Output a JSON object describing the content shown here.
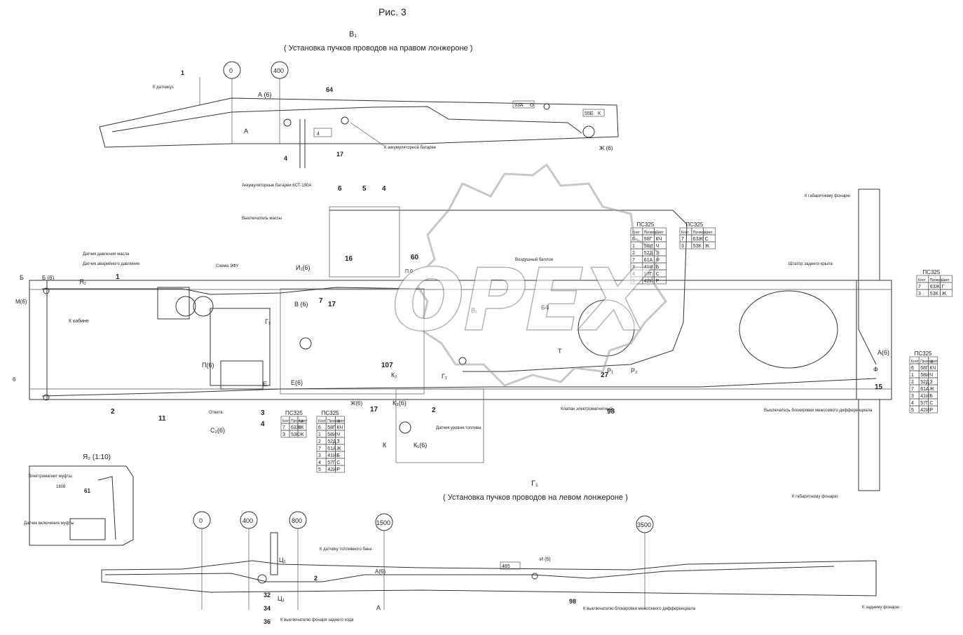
{
  "title": "Рис. 3",
  "views": {
    "top": {
      "letter": "В₁",
      "caption": "( Установка пучков проводов на правом лонжероне )"
    },
    "bottom": {
      "letter": "Г₁",
      "caption": "( Установка пучков проводов на левом лонжероне )"
    },
    "inset": {
      "label": "Я₂ (1:10)"
    }
  },
  "dimension_circles": {
    "top": [
      "0",
      "400"
    ],
    "bottom": [
      "0",
      "400",
      "800",
      "1500",
      "3500"
    ]
  },
  "top_labels": {
    "l1": "1",
    "l64": "64",
    "l4": "4",
    "l17": "17",
    "a6": "А (6)",
    "a": "А",
    "zh6": "Ж (6)",
    "k_datchik": "К датчикуs",
    "k_akk": "К аккумуляторной батарее",
    "c93a": "93А",
    "c0": "О",
    "c55e": "55Е",
    "ck": "К",
    "c4": "4"
  },
  "mid_labels": {
    "b": "Б",
    "b6": "Б (6)",
    "m6": "М(6)",
    "n6": "6",
    "ya2": "Я₂",
    "k_kabine": "К кабине",
    "n1": "1",
    "n2": "2",
    "n11": "11",
    "n3": "3",
    "n4": "4",
    "n5": "5",
    "n4b": "4",
    "n16": "16",
    "n60": "60",
    "n7": "7",
    "n17": "17",
    "n107": "107",
    "n27": "27",
    "n98": "98",
    "n15": "15",
    "n64": "64",
    "n2b": "2",
    "n17b": "17",
    "i1": "И₁(6)",
    "v6": "В (6)",
    "g1": "Г₁",
    "e6": "Е(6)",
    "e": "Е",
    "p6": "П(6)",
    "c26": "С₂(6)",
    "k2": "К₂",
    "k1": "К₁",
    "k16": "К₁(6)",
    "k36": "К₃(6)",
    "k": "К",
    "zh6": "Ж(6)",
    "v1": "В₁",
    "t": "Т",
    "r1": "Р₁",
    "r2": "Р₂",
    "a6": "А(6)",
    "f": "Ф",
    "p0": "П.0",
    "akk": "Аккумуляторные батареи 6СТ-190А",
    "vykl": "Выключатель массы",
    "datchik_dav": "Датчик давления масла",
    "datchik_avar": "Датчик аварийного давления",
    "sxema": "Схема ЭФУ",
    "klapan": "Клапан электромагнитный",
    "k_gabar": "К габаритному фонарю",
    "shtator": "Штатор заднего крыла",
    "k_gabar2": "К габаритному фонарю",
    "vykl_blok": "Выключатель блокировки межосевого дифференциала",
    "vozd_bal": "Воздушный баллон",
    "datchik_urov": "Датчик уровня топлива",
    "otvetv": "Ответв."
  },
  "tables": {
    "t1": {
      "title": "ПС325",
      "headers": [
        "Конт",
        "Провод",
        "Цвет"
      ],
      "rows": [
        [
          "6",
          "58Г",
          "КЧ"
        ],
        [
          "1",
          "58И",
          "Ч"
        ],
        [
          "2",
          "52Д",
          "З"
        ],
        [
          "7",
          "61А",
          "Ф"
        ],
        [
          "3",
          "41И",
          "Б"
        ],
        [
          "4",
          "57Г",
          "С"
        ],
        [
          "5",
          "42И",
          "Р"
        ]
      ]
    },
    "t2": {
      "title": "ПС325",
      "headers": [
        "Конт",
        "Провод",
        "Цвет"
      ],
      "rows": [
        [
          "7",
          "63Ж",
          "С"
        ],
        [
          "3",
          "53К",
          "Ж"
        ]
      ]
    },
    "t3": {
      "title": "ПС325",
      "headers": [
        "Конт",
        "Провод",
        "Цвет"
      ],
      "rows": [
        [
          "7",
          "63Ж",
          "Г"
        ],
        [
          "3",
          "53К",
          "Ж"
        ]
      ]
    },
    "t4": {
      "title": "ПС325",
      "headers": [
        "Конт",
        "Провод",
        "Цвет"
      ],
      "rows": [
        [
          "6",
          "58Г",
          "КЧ"
        ],
        [
          "1",
          "58И",
          "Ч"
        ],
        [
          "2",
          "52Д",
          "З"
        ],
        [
          "7",
          "61А",
          "Ж"
        ],
        [
          "3",
          "41И",
          "Б"
        ],
        [
          "4",
          "57Г",
          "С"
        ],
        [
          "5",
          "42И",
          "Р"
        ]
      ]
    },
    "t5": {
      "title": "ПС325",
      "headers": [
        "Конт",
        "Провод",
        "Цвет"
      ],
      "rows": [
        [
          "7",
          "63Ж",
          "Ж"
        ],
        [
          "3",
          "53К",
          "Ж"
        ]
      ]
    },
    "t6": {
      "title": "ПС325",
      "headers": [
        "Конт",
        "Провод",
        "Цвет"
      ],
      "rows": [
        [
          "6",
          "58Г",
          "КЧ"
        ],
        [
          "1",
          "58И",
          "Ч"
        ],
        [
          "2",
          "52Д",
          "З"
        ],
        [
          "7",
          "61А",
          "Ж"
        ],
        [
          "3",
          "41И",
          "Б"
        ],
        [
          "4",
          "57Г",
          "С"
        ],
        [
          "5",
          "42И",
          "Р"
        ]
      ]
    }
  },
  "bottom_labels": {
    "n2": "2",
    "n98": "98",
    "n32": "32",
    "n34": "34",
    "n36": "36",
    "c1": "Ц₁",
    "c1b": "Ц₁",
    "a6": "А(6)",
    "a": "А",
    "i6": "И (6)",
    "c485": "485",
    "k_zadn": "К заднему фонарю",
    "k_vykl": "К выключателю блокировки межосевого дифференциала",
    "k_datchik_topl": "К датчику топливного бака",
    "k_vykl_fonar": "К выключателю фонаря заднего хода"
  },
  "inset_labels": {
    "em": "Электромагнит муфты",
    "n61": "61",
    "datchik": "Датчик включения муфты",
    "c1808": "1808"
  },
  "watermark": "OPEX"
}
